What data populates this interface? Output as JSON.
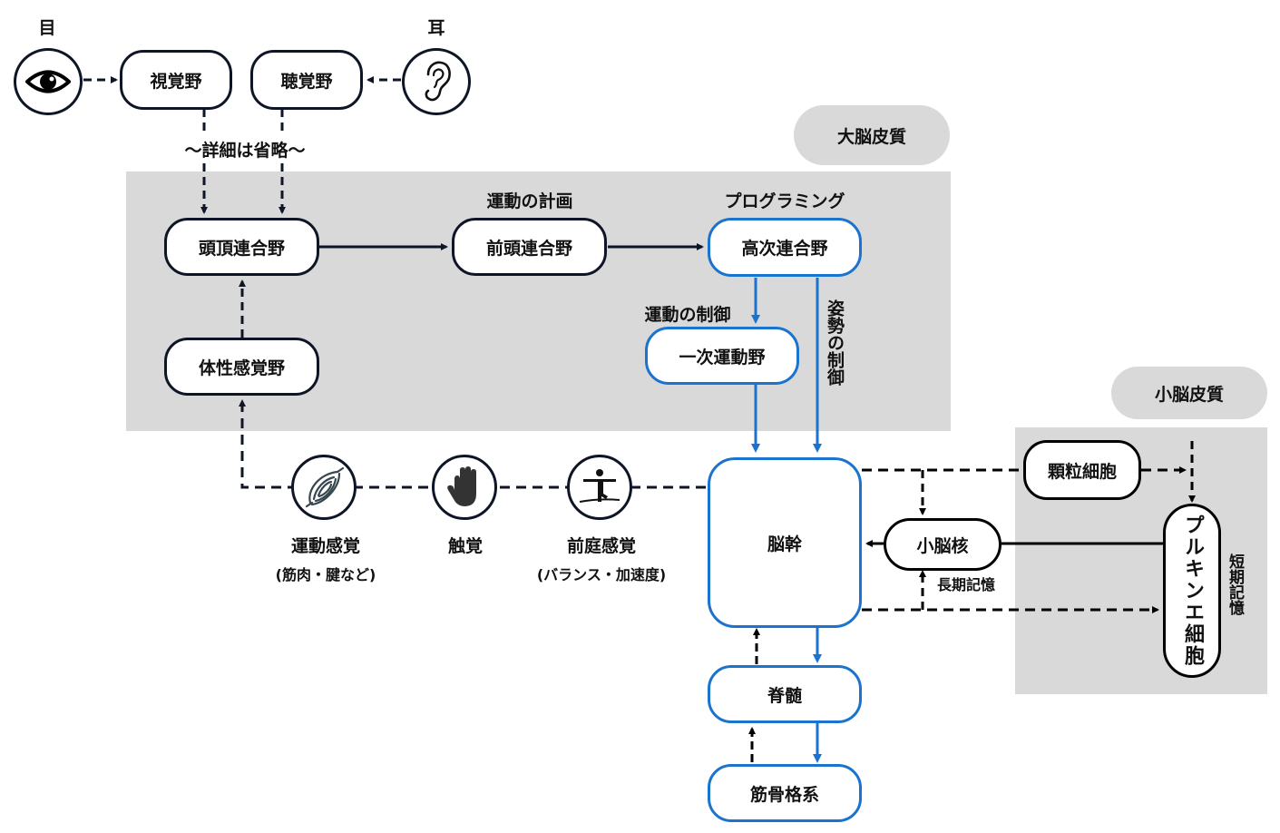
{
  "regions": {
    "cerebral_cortex": "大脳皮質",
    "cerebellar_cortex": "小脳皮質"
  },
  "senses": {
    "eye_label": "目",
    "ear_label": "耳",
    "visual_area": "視覚野",
    "auditory_area": "聴覚野",
    "omitted_note": "～詳細は省略～"
  },
  "cortex_nodes": {
    "parietal_association": "頭頂連合野",
    "frontal_association": "前頭連合野",
    "higher_association": "高次連合野",
    "primary_motor": "一次運動野",
    "somatosensory": "体性感覚野"
  },
  "annotations": {
    "motor_planning": "運動の計画",
    "programming": "プログラミング",
    "motor_control": "運動の制御",
    "posture_control": "姿勢の制御",
    "long_term_memory": "長期記憶",
    "short_term_memory": "短期記憶"
  },
  "sensory_inputs": [
    {
      "icon": "muscle-icon",
      "label": "運動感覚",
      "sub": "(筋肉・腱など)"
    },
    {
      "icon": "hand-icon",
      "label": "触覚",
      "sub": ""
    },
    {
      "icon": "balance-icon",
      "label": "前庭感覚",
      "sub": "(バランス・加速度)"
    }
  ],
  "lower_nodes": {
    "brainstem": "脳幹",
    "spinal_cord": "脊髄",
    "musculoskeletal": "筋骨格系"
  },
  "cerebellum_nodes": {
    "granule_cells": "顆粒細胞",
    "cerebellar_nuclei": "小脳核",
    "purkinje_cells": "プルキンエ細胞"
  },
  "colors": {
    "dark": "#0e1526",
    "blue": "#1a73cf",
    "region_gray": "#d9d9d9"
  }
}
